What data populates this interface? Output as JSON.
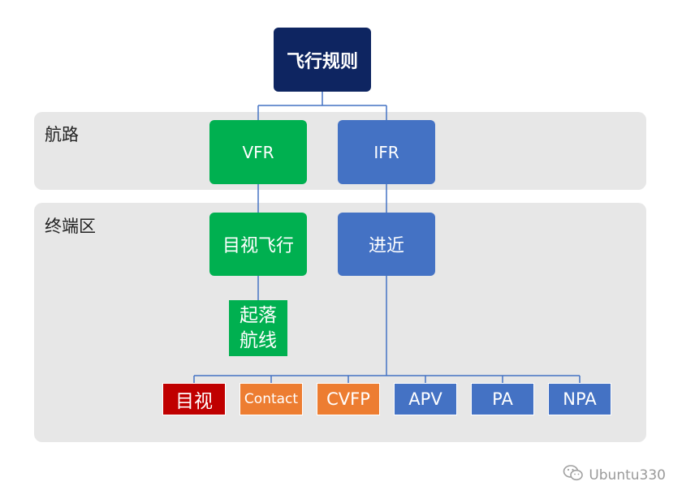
{
  "colors": {
    "root": "#0e2561",
    "green": "#00b050",
    "blue": "#4472c4",
    "red": "#c00000",
    "orange": "#ed7d31",
    "band": "#e7e7e7",
    "line": "#4472c4"
  },
  "root": {
    "label": "飞行规则"
  },
  "bands": {
    "enroute": {
      "label": "航路"
    },
    "terminal": {
      "label": "终端区"
    }
  },
  "nodes": {
    "vfr": "VFR",
    "ifr": "IFR",
    "visual_flight": "目视飞行",
    "approach": "进近",
    "takeoff_landing_line1": "起落",
    "takeoff_landing_line2": "航线"
  },
  "approach_types": [
    {
      "label": "目视",
      "color": "red"
    },
    {
      "label": "Contact",
      "color": "orange"
    },
    {
      "label": "CVFP",
      "color": "orange"
    },
    {
      "label": "APV",
      "color": "blue"
    },
    {
      "label": "PA",
      "color": "blue"
    },
    {
      "label": "NPA",
      "color": "blue"
    }
  ],
  "watermark": {
    "text": "Ubuntu330",
    "icon": "wechat-icon"
  }
}
